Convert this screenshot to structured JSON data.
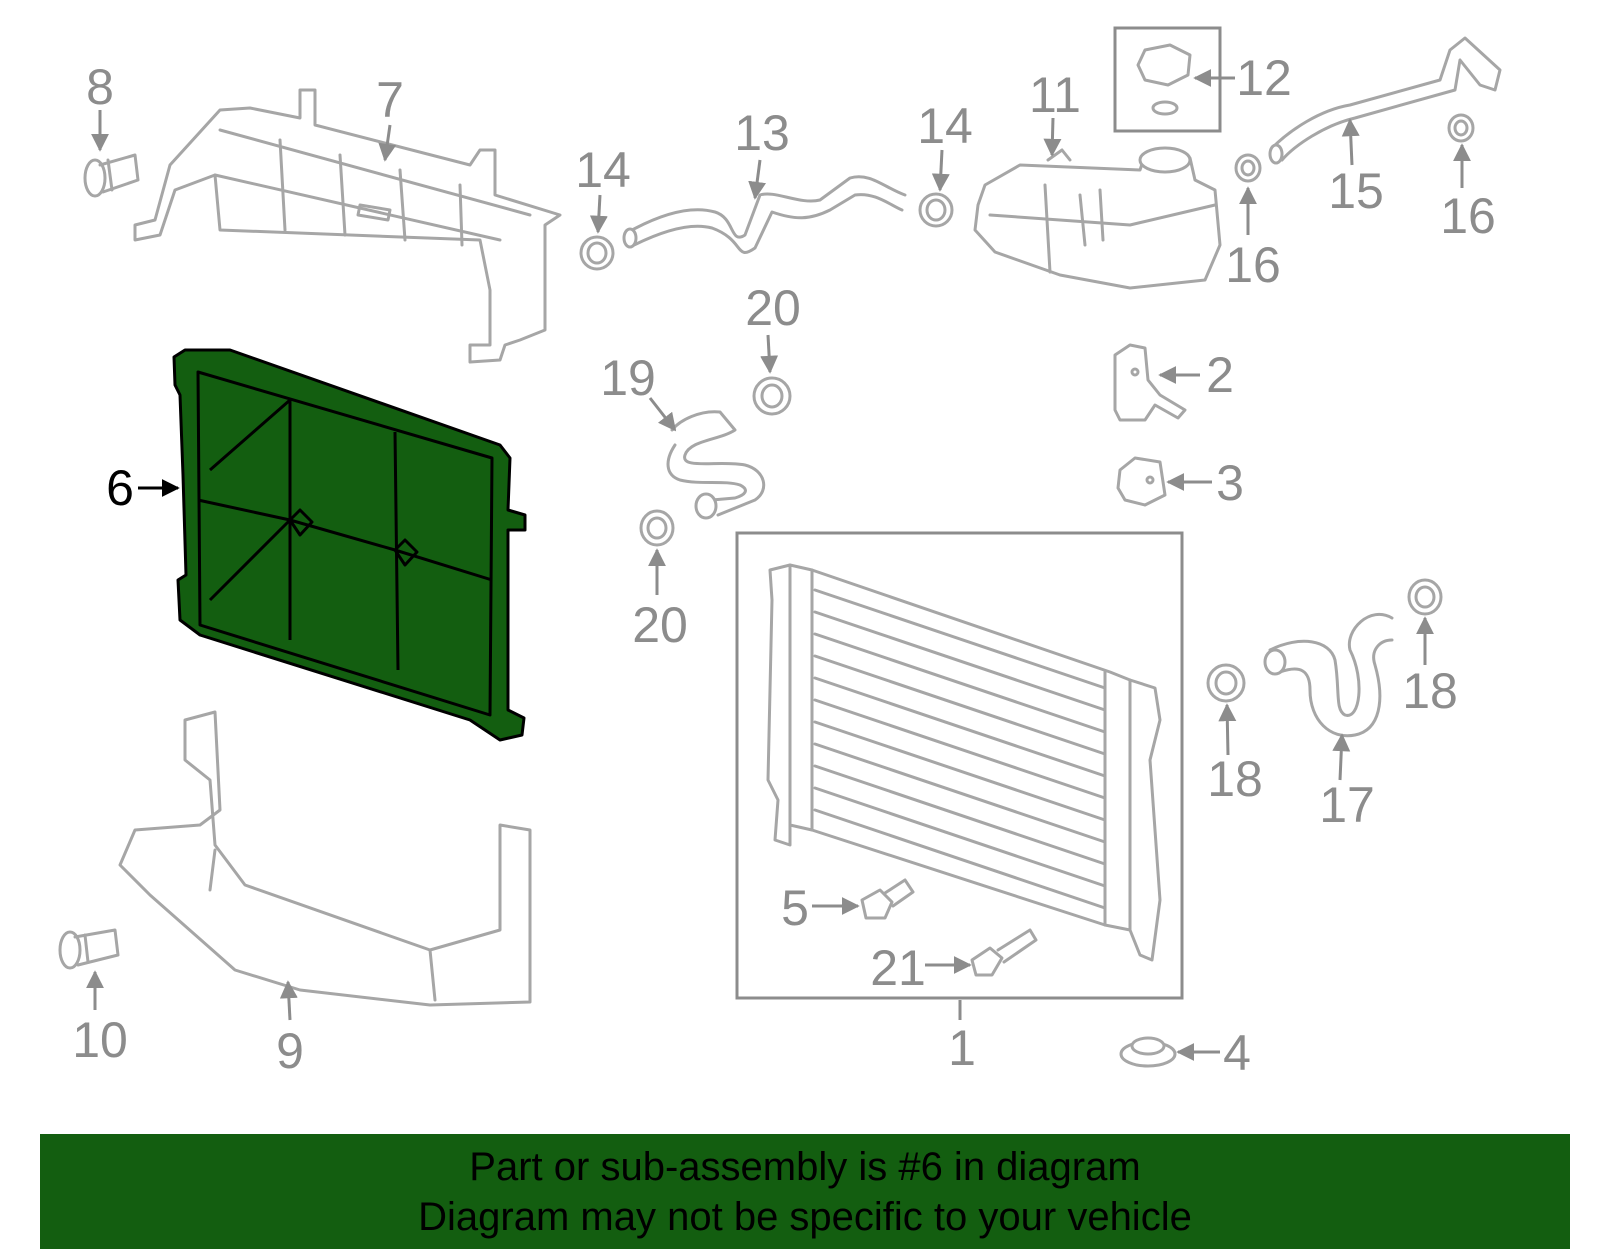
{
  "callouts": {
    "n1": "1",
    "n2": "2",
    "n3": "3",
    "n4": "4",
    "n5": "5",
    "n6": "6",
    "n7": "7",
    "n8": "8",
    "n9": "9",
    "n10": "10",
    "n11": "11",
    "n12": "12",
    "n13": "13",
    "n14a": "14",
    "n14b": "14",
    "n15": "15",
    "n16a": "16",
    "n16b": "16",
    "n17": "17",
    "n18a": "18",
    "n18b": "18",
    "n19": "19",
    "n20a": "20",
    "n20b": "20",
    "n21": "21"
  },
  "highlight": {
    "part": "6",
    "color": "#135e10"
  },
  "banner": {
    "line1": "Part or sub-assembly is #6 in diagram",
    "line2": "Diagram may not be specific to your vehicle",
    "color": "#135e10"
  }
}
